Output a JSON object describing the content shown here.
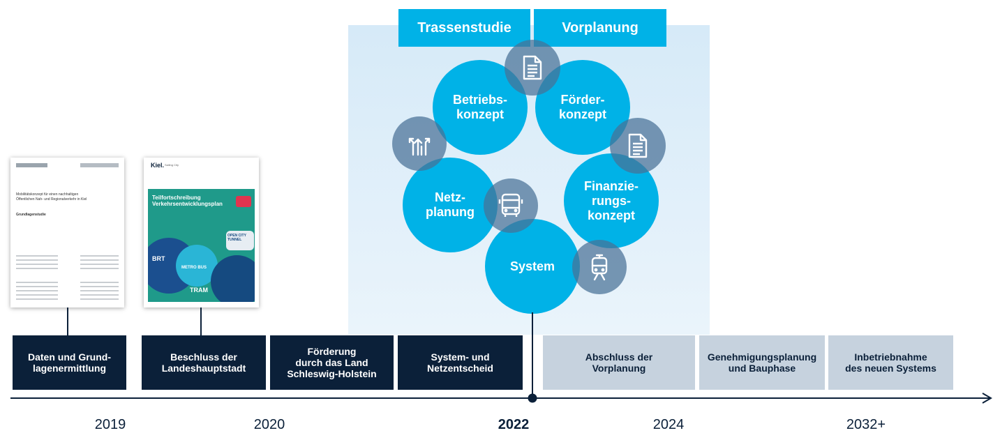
{
  "phases": {
    "trassenstudie": "Trassenstudie",
    "vorplanung": "Vorplanung"
  },
  "circles": {
    "betrieb": [
      "Betriebs-",
      "konzept"
    ],
    "foerder": [
      "Förder-",
      "konzept"
    ],
    "netz": [
      "Netz-",
      "planung"
    ],
    "finanz": [
      "Finanzie-",
      "rungs-",
      "konzept"
    ],
    "system": [
      "System"
    ]
  },
  "icons": [
    "document-icon",
    "document-icon",
    "directions-icon",
    "bus-icon",
    "tram-icon"
  ],
  "documents": {
    "doc1": {
      "title_line1": "Mobilitätskonzept für einen nachhaltigen",
      "title_line2": "Öffentlichen Nah- und Regionalverkehr in Kiel",
      "subtitle": "Grundlagenstudie"
    },
    "doc2": {
      "logo": "Kiel.",
      "logo_sub": "Sailing City",
      "heading": "Teilfortschreibung Verkehrsentwicklungsplan",
      "labels": [
        "BRT",
        "TRAM",
        "METRO BUS",
        "OPEN CITY TUNNEL"
      ]
    }
  },
  "milestones": [
    {
      "text": "Daten und Grund-\nlagenermittlung",
      "style": "dark"
    },
    {
      "text": "Beschluss der\nLandeshauptstadt",
      "style": "dark"
    },
    {
      "text": "Förderung\ndurch das Land\nSchleswig-Holstein",
      "style": "dark"
    },
    {
      "text": "System- und\nNetzentscheid",
      "style": "dark"
    },
    {
      "text": "Abschluss der\nVorplanung",
      "style": "light"
    },
    {
      "text": "Genehmigungsplanung\nund Bauphase",
      "style": "light"
    },
    {
      "text": "Inbetriebnahme\ndes neuen Systems",
      "style": "light"
    }
  ],
  "years": [
    "2019",
    "2020",
    "2022",
    "2024",
    "2032+"
  ],
  "current_year": "2022",
  "colors": {
    "cyan": "#00b2e7",
    "navy": "#0b2039",
    "light_box": "#c6d2de",
    "icon_circle": "#4a7096"
  }
}
